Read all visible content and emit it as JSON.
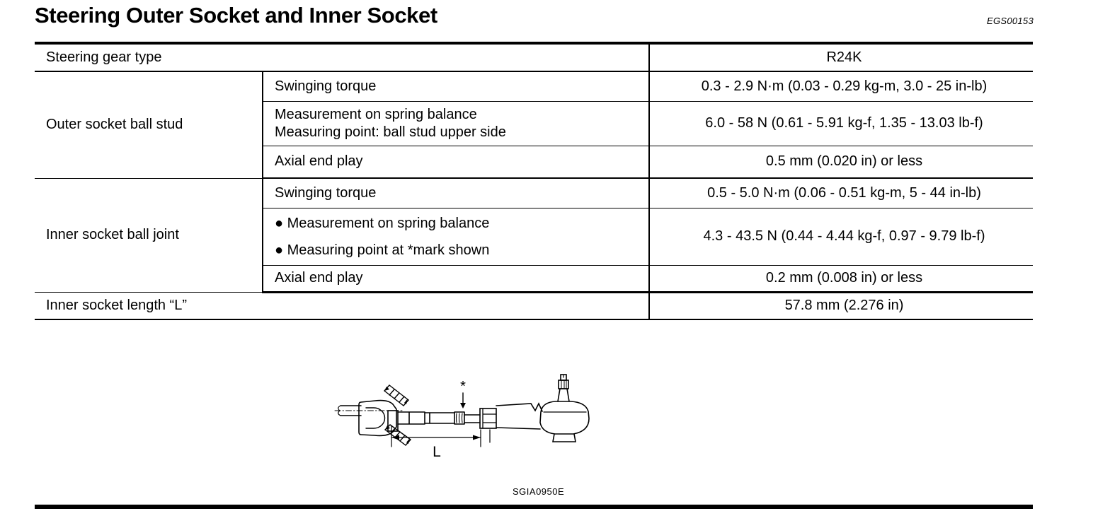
{
  "header": {
    "title": "Steering Outer Socket and Inner Socket",
    "doc_code": "EGS00153"
  },
  "table": {
    "header": {
      "label": "Steering gear type",
      "value": "R24K"
    },
    "groups": [
      {
        "name": "Outer socket ball stud",
        "rows": [
          {
            "param": "Swinging torque",
            "value": "0.3 - 2.9 N·m (0.03 - 0.29 kg-m, 3.0 - 25 in-lb)"
          },
          {
            "lines": [
              "Measurement on spring balance",
              "Measuring point: ball stud upper side"
            ],
            "value": "6.0 - 58 N (0.61 - 5.91 kg-f, 1.35 - 13.03 lb-f)"
          },
          {
            "param": "Axial end play",
            "value": "0.5 mm (0.020 in) or less"
          }
        ]
      },
      {
        "name": "Inner socket ball joint",
        "rows": [
          {
            "param": "Swinging torque",
            "value": "0.5 - 5.0 N·m (0.06 - 0.51 kg-m, 5 - 44 in-lb)"
          },
          {
            "lines": [
              "● Measurement on spring balance",
              "● Measuring point at *mark shown"
            ],
            "value": "4.3 - 43.5 N (0.44 - 4.44 kg-f, 0.97 - 9.79 lb-f)"
          },
          {
            "param": "Axial end play",
            "value": "0.2 mm (0.008 in) or less"
          }
        ]
      }
    ],
    "footer": {
      "label": "Inner socket length “L”",
      "value": "57.8 mm (2.276 in)"
    }
  },
  "figure": {
    "dimension_label": "L",
    "asterisk": "*",
    "code": "SGIA0950E"
  },
  "colors": {
    "ink": "#000000",
    "paper": "#ffffff"
  }
}
